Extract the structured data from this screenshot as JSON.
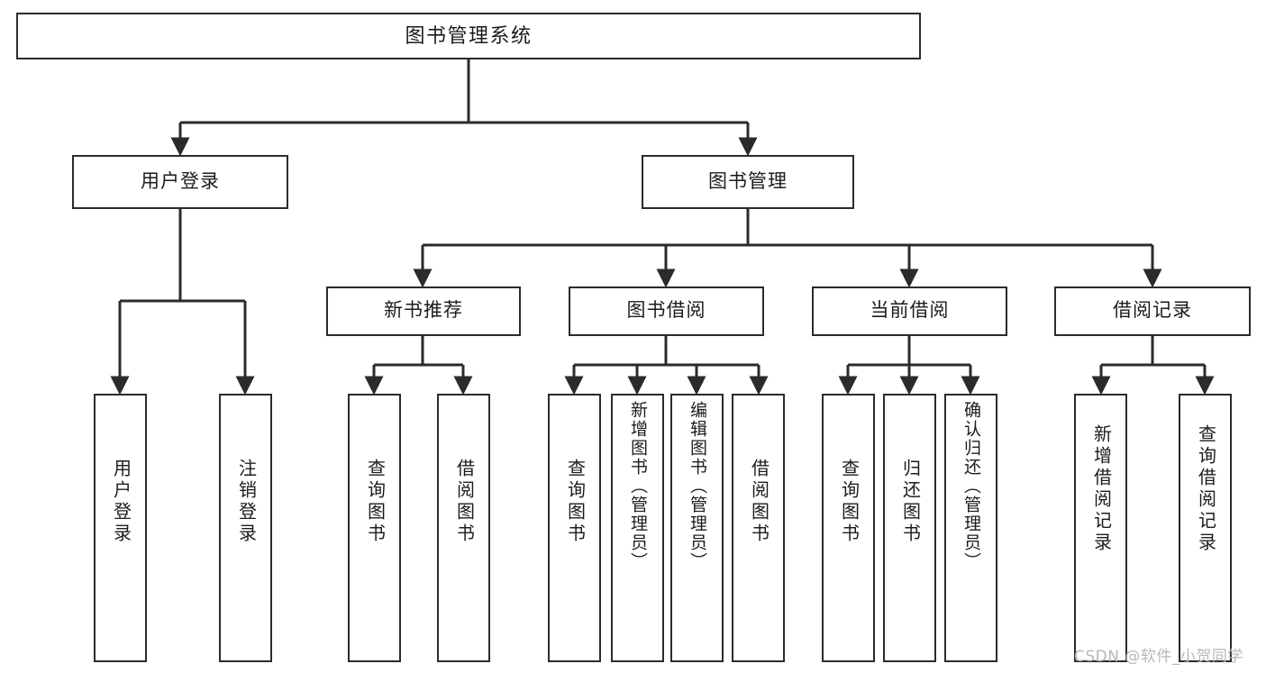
{
  "diagram": {
    "title": "图书管理系统",
    "watermark": "CSDN @软件_小贺同学",
    "stroke_color": "#2b2b2b",
    "background_color": "#ffffff",
    "text_color": "#1c1c1c",
    "watermark_color": "#b8b8b8",
    "type": "tree",
    "levels": 4
  },
  "nodes": {
    "root": {
      "label": "图书管理系统"
    },
    "branches": [
      {
        "id": "user-login",
        "label": "用户登录"
      },
      {
        "id": "book-manage",
        "label": "图书管理"
      }
    ],
    "groups": [
      {
        "id": "new-book-recommend",
        "label": "新书推荐"
      },
      {
        "id": "book-borrow",
        "label": "图书借阅"
      },
      {
        "id": "current-borrow",
        "label": "当前借阅"
      },
      {
        "id": "borrow-record",
        "label": "借阅记录"
      }
    ],
    "leaves": {
      "user_login": [
        {
          "id": "leaf-user-login",
          "label": "用户登录"
        },
        {
          "id": "leaf-logout",
          "label": "注销登录"
        }
      ],
      "new_book_recommend": [
        {
          "id": "leaf-query-book-1",
          "label": "查询图书"
        },
        {
          "id": "leaf-borrow-book-1",
          "label": "借阅图书"
        }
      ],
      "book_borrow": [
        {
          "id": "leaf-query-book-2",
          "label": "查询图书"
        },
        {
          "id": "leaf-add-book",
          "label": "新增图书（管理员）"
        },
        {
          "id": "leaf-edit-book",
          "label": "编辑图书（管理员）"
        },
        {
          "id": "leaf-borrow-book-2",
          "label": "借阅图书"
        }
      ],
      "current_borrow": [
        {
          "id": "leaf-query-book-3",
          "label": "查询图书"
        },
        {
          "id": "leaf-return-book",
          "label": "归还图书"
        },
        {
          "id": "leaf-confirm-return",
          "label": "确认归还（管理员）"
        }
      ],
      "borrow_record": [
        {
          "id": "leaf-add-record",
          "label": "新增借阅记录"
        },
        {
          "id": "leaf-query-record",
          "label": "查询借阅记录"
        }
      ]
    }
  }
}
